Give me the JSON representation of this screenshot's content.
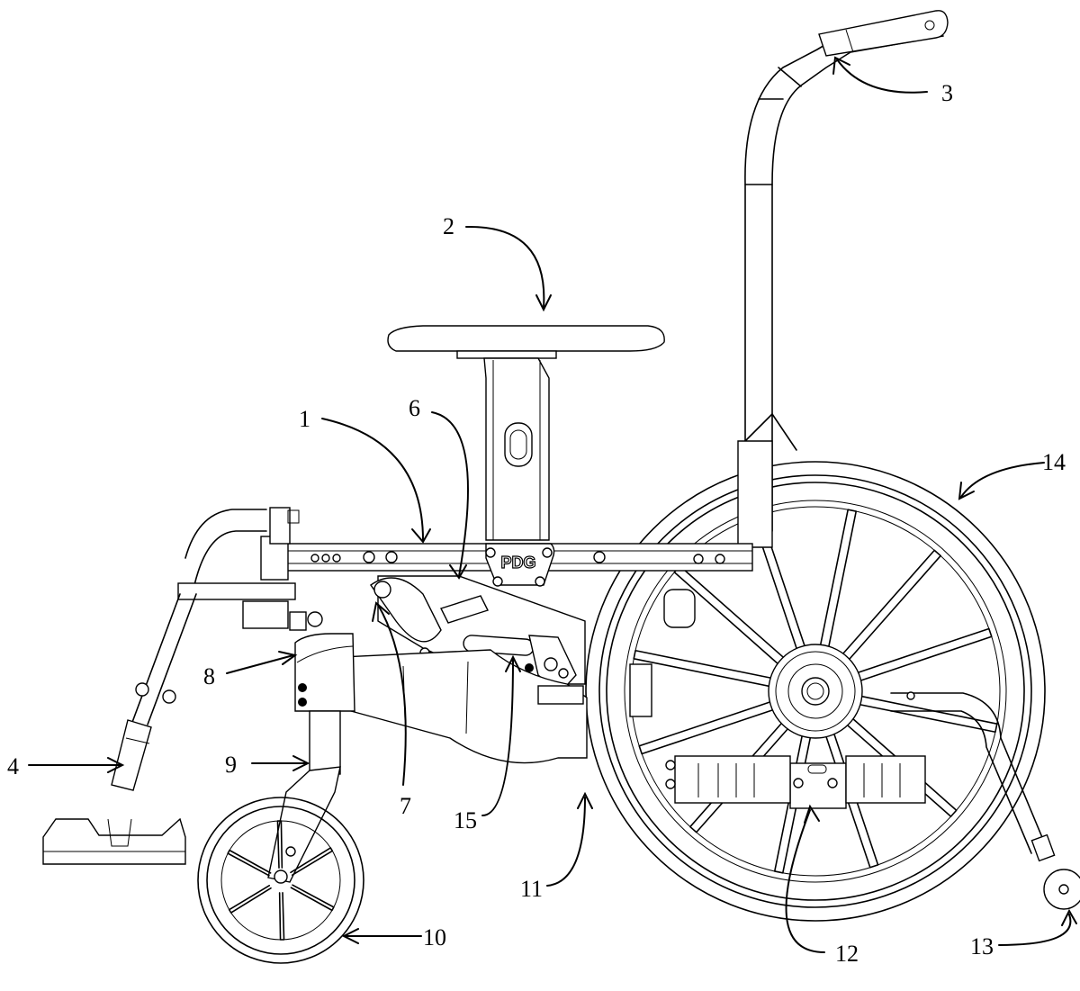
{
  "figure": {
    "badge_text": "PDG",
    "labels": [
      {
        "id": "1",
        "text": "1"
      },
      {
        "id": "2",
        "text": "2"
      },
      {
        "id": "3",
        "text": "3"
      },
      {
        "id": "4",
        "text": "4"
      },
      {
        "id": "6",
        "text": "6"
      },
      {
        "id": "7",
        "text": "7"
      },
      {
        "id": "8",
        "text": "8"
      },
      {
        "id": "9",
        "text": "9"
      },
      {
        "id": "10",
        "text": "10"
      },
      {
        "id": "11",
        "text": "11"
      },
      {
        "id": "12",
        "text": "12"
      },
      {
        "id": "13",
        "text": "13"
      },
      {
        "id": "14",
        "text": "14"
      },
      {
        "id": "15",
        "text": "15"
      }
    ]
  }
}
